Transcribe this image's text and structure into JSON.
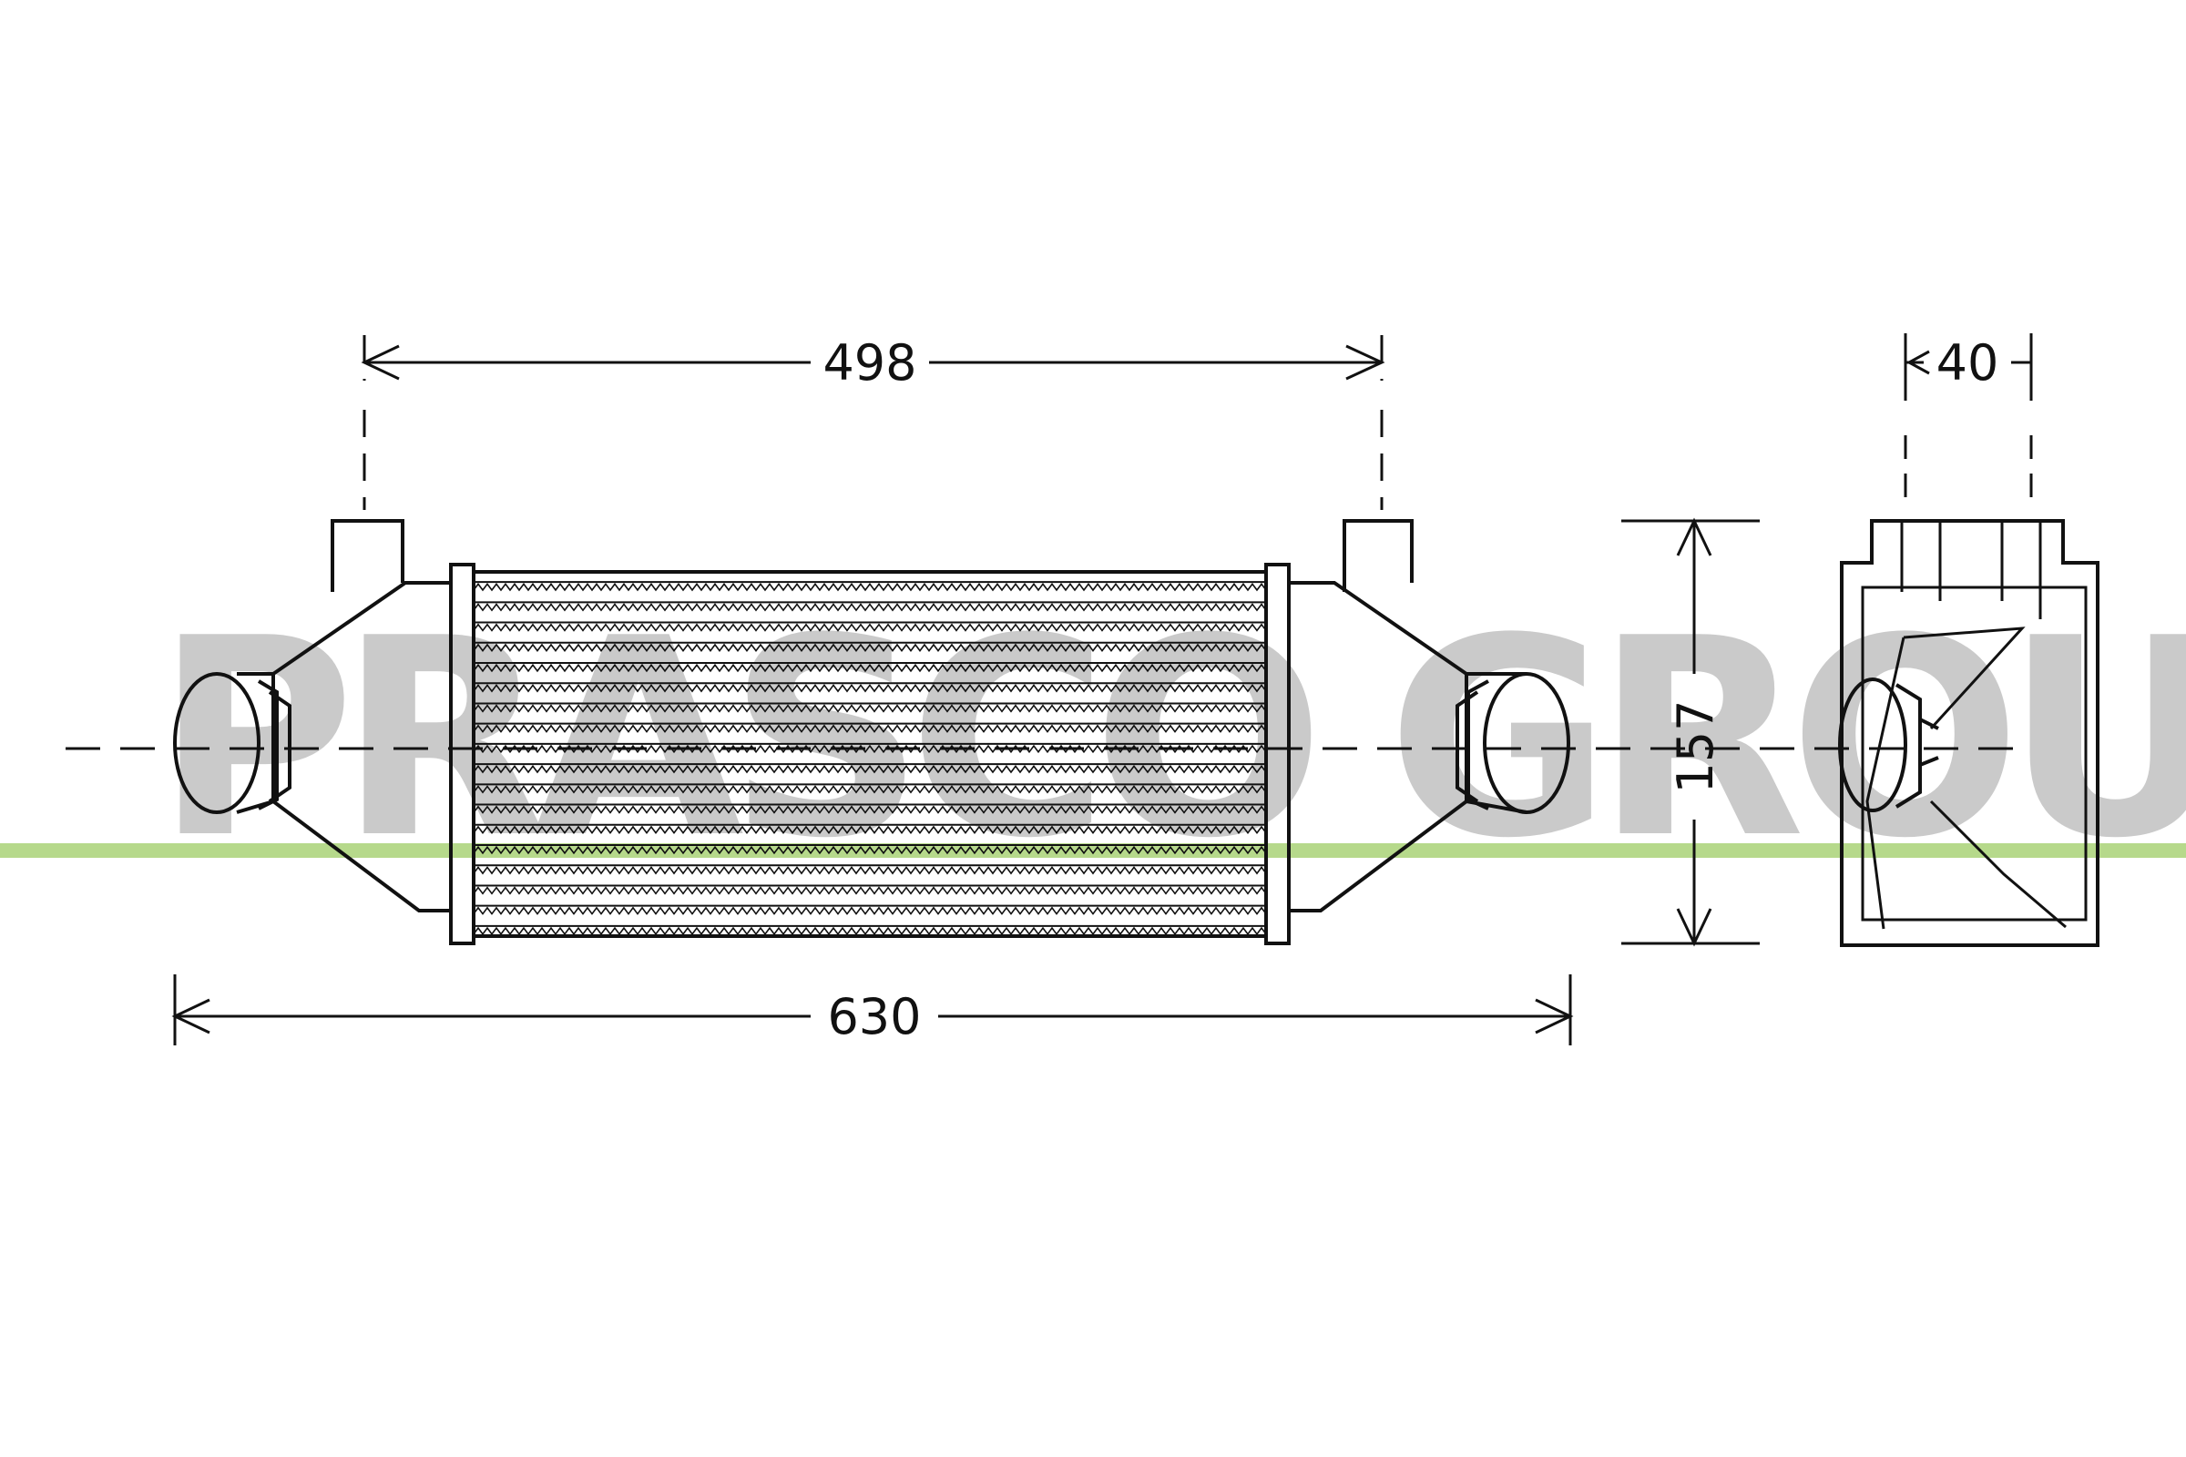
{
  "watermark": {
    "text": "PRASCO GROUP",
    "color": "#bdbdbd",
    "stripe_color": "#b6d98b"
  },
  "dimensions": {
    "mount_spacing": "498",
    "overall_length": "630",
    "core_height": "157",
    "depth": "40"
  },
  "colors": {
    "line": "#111111",
    "background": "#ffffff"
  }
}
